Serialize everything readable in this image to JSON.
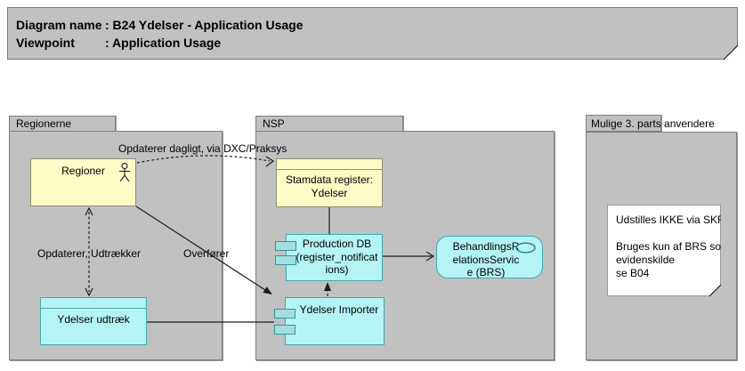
{
  "title_box": {
    "rows": [
      {
        "label": "Diagram name",
        "value": ": B24 Ydelser - Application Usage"
      },
      {
        "label": "Viewpoint",
        "value": ": Application Usage"
      }
    ]
  },
  "groups": {
    "regionerne": {
      "label": "Regionerne"
    },
    "nsp": {
      "label": "NSP"
    },
    "third_party": {
      "label": "Mulige 3. parts anvendere"
    }
  },
  "nodes": {
    "regioner": {
      "label": "Regioner",
      "icon": "actor-icon"
    },
    "ydelser_udtraek": {
      "label": "Ydelser udtræk"
    },
    "stamdata_register": {
      "lines": [
        "Stamdata register:",
        "Ydelser"
      ]
    },
    "production_db": {
      "lines": [
        "Production DB",
        "(register_notificat",
        "ions)"
      ],
      "icon": "component-icon"
    },
    "ydelser_importer": {
      "label": "Ydelser Importer",
      "icon": "component-icon"
    },
    "brs": {
      "lines": [
        "BehandlingsR",
        "elationsServic",
        "e (BRS)"
      ],
      "icon": "service-icon"
    }
  },
  "note": {
    "lines": [
      "Udstilles IKKE via SKRS",
      "",
      "Bruges kun af BRS som",
      "evidenskilde",
      "se B04"
    ]
  },
  "connections": {
    "daily_update_label": "Opdaterer dagligt, via DXC/Praksys",
    "update_extract_label": "Opdaterer, Udtrækker",
    "transfer_label": "Overfører"
  },
  "colors": {
    "group_fill": "#c1c1c1",
    "business_yellow": "#fcfcc7",
    "application_cyan": "#b5f4f4",
    "note_white": "#ffffff",
    "line_black": "#1c1c1c"
  }
}
